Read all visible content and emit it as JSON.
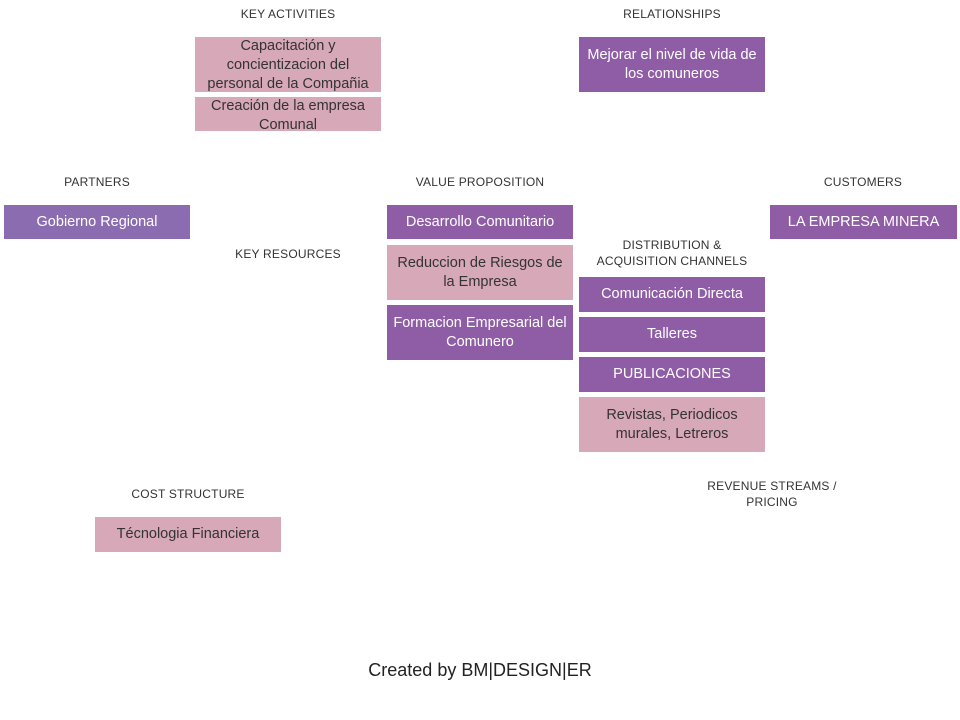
{
  "headers": {
    "key_activities": "KEY ACTIVITIES",
    "relationships": "RELATIONSHIPS",
    "partners": "PARTNERS",
    "value_proposition": "VALUE PROPOSITION",
    "customers": "CUSTOMERS",
    "key_resources": "KEY RESOURCES",
    "distribution_line1": "DISTRIBUTION  &",
    "distribution_line2": "ACQUISITION  CHANNELS",
    "cost_structure": "COST  STRUCTURE",
    "revenue_line1": "REVENUE  STREAMS  /",
    "revenue_line2": "PRICING"
  },
  "key_activities": [
    "Capacitación y concientizacion del personal de la Compañia",
    "Creación de la empresa Comunal"
  ],
  "relationships": [
    "Mejorar el nivel de vida de los comuneros"
  ],
  "partners": [
    "Gobierno Regional"
  ],
  "value_proposition": [
    "Desarrollo Comunitario",
    "Reduccion de Riesgos de la Empresa",
    "Formacion Empresarial del Comunero"
  ],
  "customers": [
    "LA EMPRESA MINERA"
  ],
  "channels": [
    "Comunicación Directa",
    "Talleres",
    "PUBLICACIONES",
    "Revistas, Periodicos murales, Letreros"
  ],
  "cost_structure": [
    "Técnologia Financiera"
  ],
  "footer": "Created by BM|DESIGN|ER",
  "colors": {
    "purple": "#8c6cb0",
    "violet": "#8f5da6",
    "pink": "#d7a8b8"
  }
}
